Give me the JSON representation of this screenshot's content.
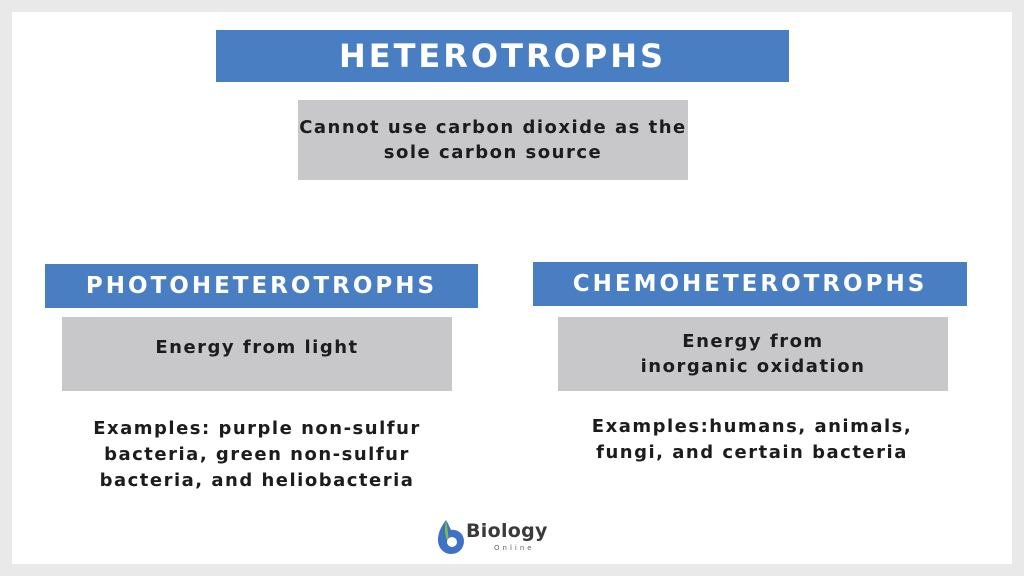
{
  "title": "HETEROTROPHS",
  "definition": "Cannot use carbon dioxide as the sole carbon source",
  "branches": [
    {
      "name": "PHOTOHETEROTROPHS",
      "energy": "Energy from light",
      "examples": "Examples: purple non-sulfur bacteria, green non-sulfur bacteria, and heliobacteria"
    },
    {
      "name": "CHEMOHETEROTROPHS",
      "energy": "Energy from inorganic oxidation",
      "examples": "Examples:humans, animals, fungi, and certain bacteria"
    }
  ],
  "logo": {
    "name": "Biology",
    "sub": "Online"
  },
  "colors": {
    "header_blue": "#4a7ec2",
    "box_gray": "#c8c8ca",
    "arrow": "#e8e8e8",
    "background": "#e9e9e9"
  }
}
